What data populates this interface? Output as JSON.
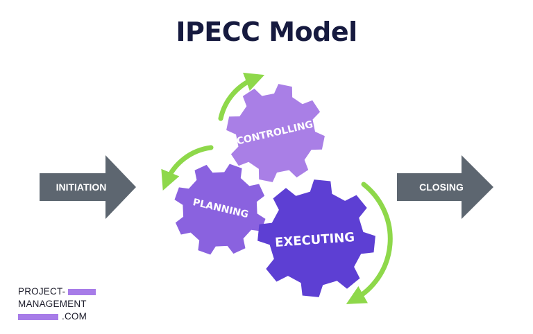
{
  "title": "IPECC Model",
  "phases": {
    "initiation": "INITIATION",
    "planning": "PLANNING",
    "executing": "EXECUTING",
    "controlling": "CONTROLLING",
    "closing": "CLOSING"
  },
  "logo": {
    "line1": "PROJECT-",
    "line2": "MANAGEMENT",
    "line3": ".COM"
  },
  "colors": {
    "title": "#161a3f",
    "arrow_gray": "#5d6670",
    "gear_controlling": "#a97fe6",
    "gear_planning": "#8a62df",
    "gear_executing": "#5d3fd3",
    "cycle_arrow": "#8ed84a",
    "logo_bar": "#a77ce8"
  }
}
